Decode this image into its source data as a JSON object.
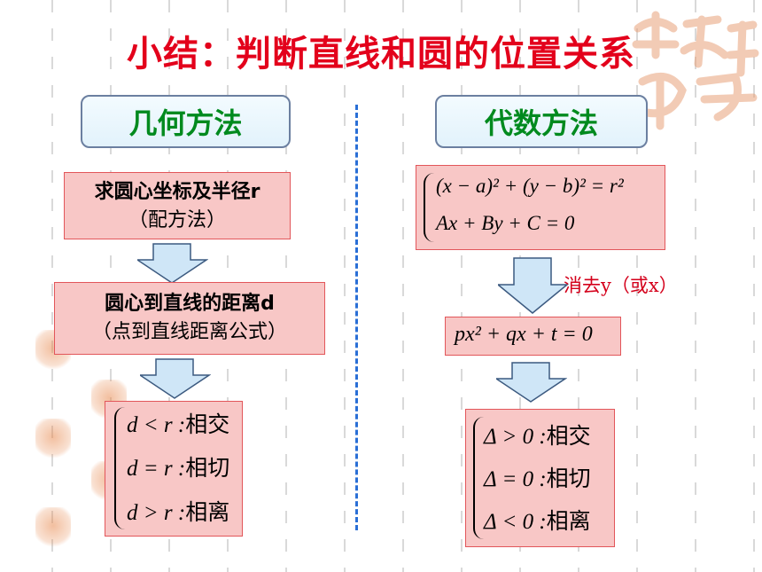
{
  "title": "小结：判断直线和圆的位置关系",
  "geometric": {
    "heading": "几何方法",
    "step1_line1": "求圆心坐标及半径r",
    "step1_line2": "（配方法）",
    "step2_line1": "圆心到直线的距离d",
    "step2_line2": "（点到直线距离公式）",
    "cases": [
      {
        "cond": "d < r :",
        "result": "相交"
      },
      {
        "cond": "d = r :",
        "result": "相切"
      },
      {
        "cond": "d > r :",
        "result": "相离"
      }
    ]
  },
  "algebraic": {
    "heading": "代数方法",
    "system_line1": "(x − a)² + (y − b)² = r²",
    "system_line2": "Ax + By + C = 0",
    "eliminate_note": "消去y（或x）",
    "quadratic": "px² + qx + t = 0",
    "cases": [
      {
        "cond": "Δ > 0 :",
        "result": "相交"
      },
      {
        "cond": "Δ = 0 :",
        "result": "相切"
      },
      {
        "cond": "Δ < 0 :",
        "result": "相离"
      }
    ]
  },
  "colors": {
    "title": "#e3001b",
    "heading_text": "#008a1e",
    "box_fill": "#f8c7c6",
    "box_border": "#e2565a",
    "divider": "#2a6fd6",
    "arrow_fill": "#cfe6f7"
  }
}
